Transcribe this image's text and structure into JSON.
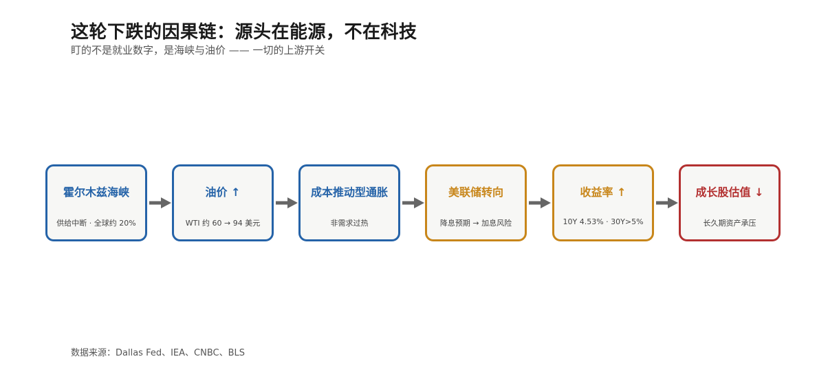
{
  "title": "这轮下跌的因果链：源头在能源，不在科技",
  "subtitle": "盯的不是就业数字，是海峡与油价 —— 一切的上游开关",
  "source": "数据来源：Dallas Fed、IEA、CNBC、BLS",
  "colors": {
    "blue": "#2563a8",
    "orange": "#c8861a",
    "red": "#b33030",
    "arrow": "#666666",
    "node_bg": "#f7f7f5"
  },
  "nodes": [
    {
      "label": "霍尔木兹海峡",
      "desc": "供给中断 · 全球约 20%",
      "color": "blue"
    },
    {
      "label": "油价 ↑",
      "desc": "WTI 约 60 → 94 美元",
      "color": "blue"
    },
    {
      "label": "成本推动型通胀",
      "desc": "非需求过热",
      "color": "blue"
    },
    {
      "label": "美联储转向",
      "desc": "降息预期 → 加息风险",
      "color": "orange"
    },
    {
      "label": "收益率 ↑",
      "desc": "10Y 4.53% · 30Y>5%",
      "color": "orange"
    },
    {
      "label": "成长股估值 ↓",
      "desc": "长久期资产承压",
      "color": "red"
    }
  ]
}
